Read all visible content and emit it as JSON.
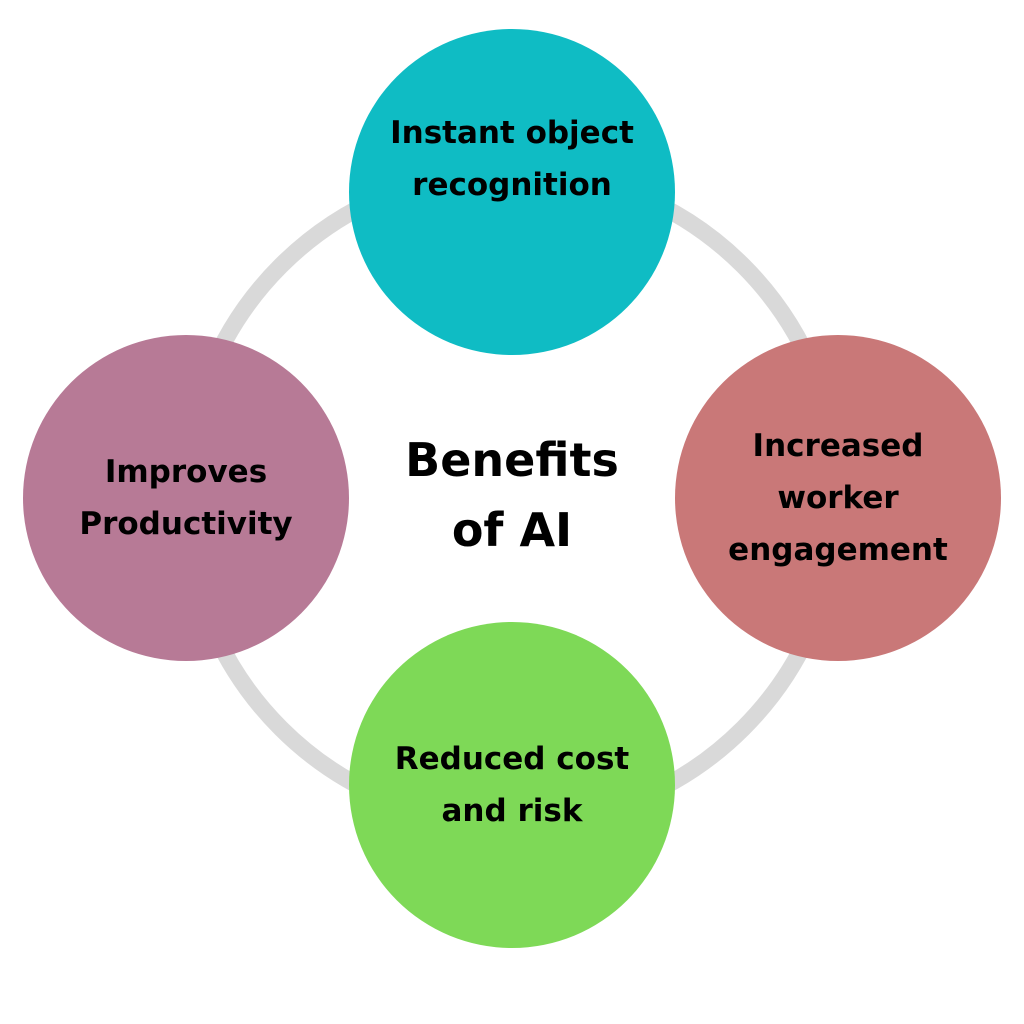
{
  "diagram": {
    "title": "Benefits\nof AI",
    "ring_color": "#d9d9d9",
    "nodes": [
      {
        "label": "Instant object\nrecognition",
        "color": "#0fbcc4",
        "position": "top"
      },
      {
        "label": "Increased\nworker\nengagement",
        "color": "#c97878",
        "position": "right"
      },
      {
        "label": "Reduced cost\nand risk",
        "color": "#7ed957",
        "position": "bottom"
      },
      {
        "label": "Improves\nProductivity",
        "color": "#b77a96",
        "position": "left"
      }
    ]
  }
}
